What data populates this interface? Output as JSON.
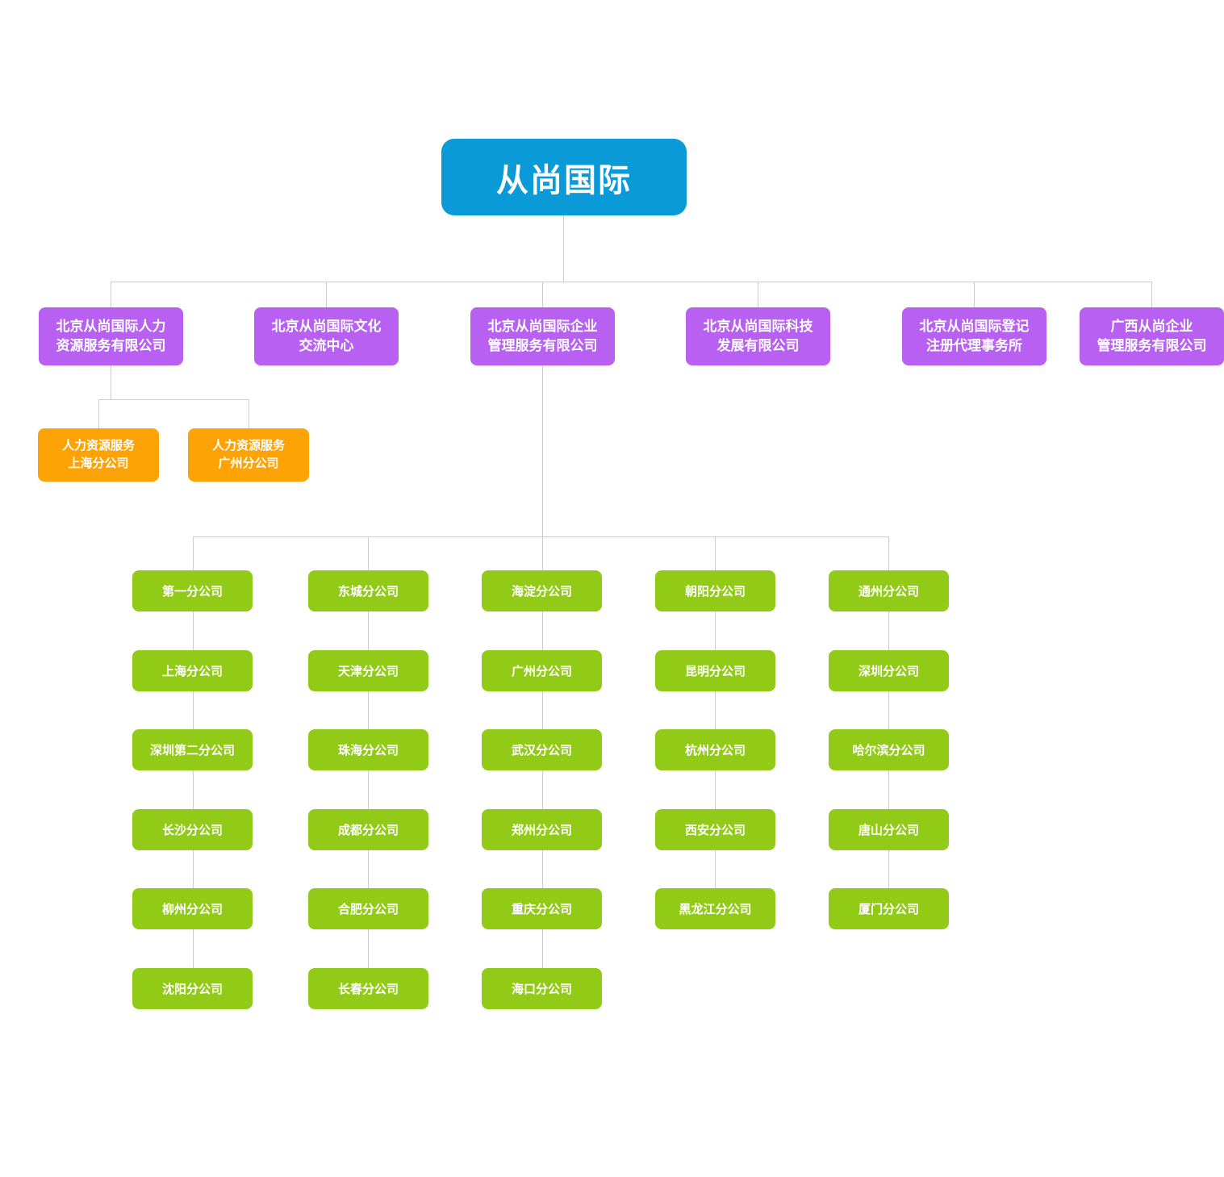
{
  "colors": {
    "root": "#0a9ad7",
    "subsidiary": "#b760f2",
    "hr_branch": "#fda305",
    "branch": "#92cb17",
    "connector": "#cccccc"
  },
  "root": {
    "label": "从尚国际"
  },
  "subsidiaries": [
    {
      "label": "北京从尚国际人力\n资源服务有限公司"
    },
    {
      "label": "北京从尚国际文化\n交流中心"
    },
    {
      "label": "北京从尚国际企业\n管理服务有限公司"
    },
    {
      "label": "北京从尚国际科技\n发展有限公司"
    },
    {
      "label": "北京从尚国际登记\n注册代理事务所"
    },
    {
      "label": "广西从尚企业\n管理服务有限公司"
    }
  ],
  "hr_branches": [
    {
      "label": "人力资源服务\n上海分公司"
    },
    {
      "label": "人力资源服务\n广州分公司"
    }
  ],
  "branch_columns": [
    {
      "branches": [
        "第一分公司",
        "上海分公司",
        "深圳第二分公司",
        "长沙分公司",
        "柳州分公司",
        "沈阳分公司"
      ]
    },
    {
      "branches": [
        "东城分公司",
        "天津分公司",
        "珠海分公司",
        "成都分公司",
        "合肥分公司",
        "长春分公司"
      ]
    },
    {
      "branches": [
        "海淀分公司",
        "广州分公司",
        "武汉分公司",
        "郑州分公司",
        "重庆分公司",
        "海口分公司"
      ]
    },
    {
      "branches": [
        "朝阳分公司",
        "昆明分公司",
        "杭州分公司",
        "西安分公司",
        "黑龙江分公司"
      ]
    },
    {
      "branches": [
        "通州分公司",
        "深圳分公司",
        "哈尔滨分公司",
        "唐山分公司",
        "厦门分公司"
      ]
    }
  ]
}
